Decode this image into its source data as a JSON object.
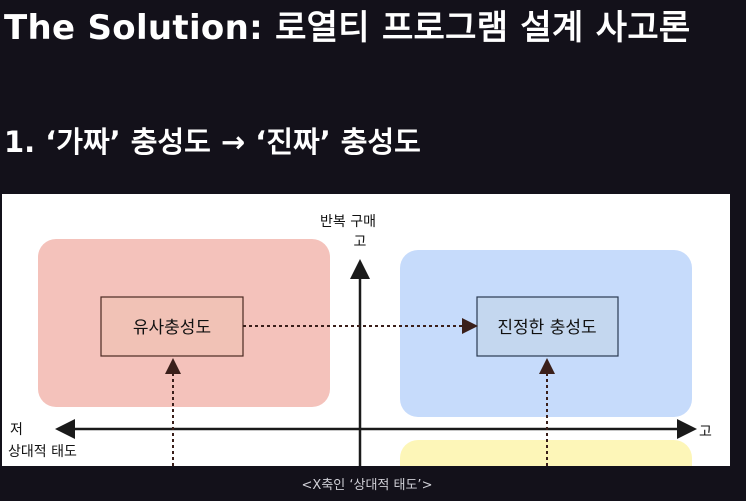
{
  "slide": {
    "title": "The Solution: 로열티 프로그램 설계 사고론",
    "subtitle": "1. ‘가짜’ 충성도 → ‘진짜’ 충성도"
  },
  "diagram": {
    "y_axis_label": "반복 구매",
    "y_axis_high": "고",
    "x_axis_low": "저",
    "x_axis_label": "상대적 태도",
    "x_axis_high": "고",
    "box_left": "유사충성도",
    "box_right": "진정한 충성도",
    "colors": {
      "quadrant_top_left": "#f4c2bb",
      "quadrant_top_right": "#c6dbfb",
      "quadrant_bottom_right": "#fdf6b8",
      "box_left_fill": "#f1c2b6",
      "box_right_fill": "#c4d7ef",
      "axis": "#1a1a1a"
    }
  },
  "caption": "<X축인 ‘상대적 태도’>"
}
